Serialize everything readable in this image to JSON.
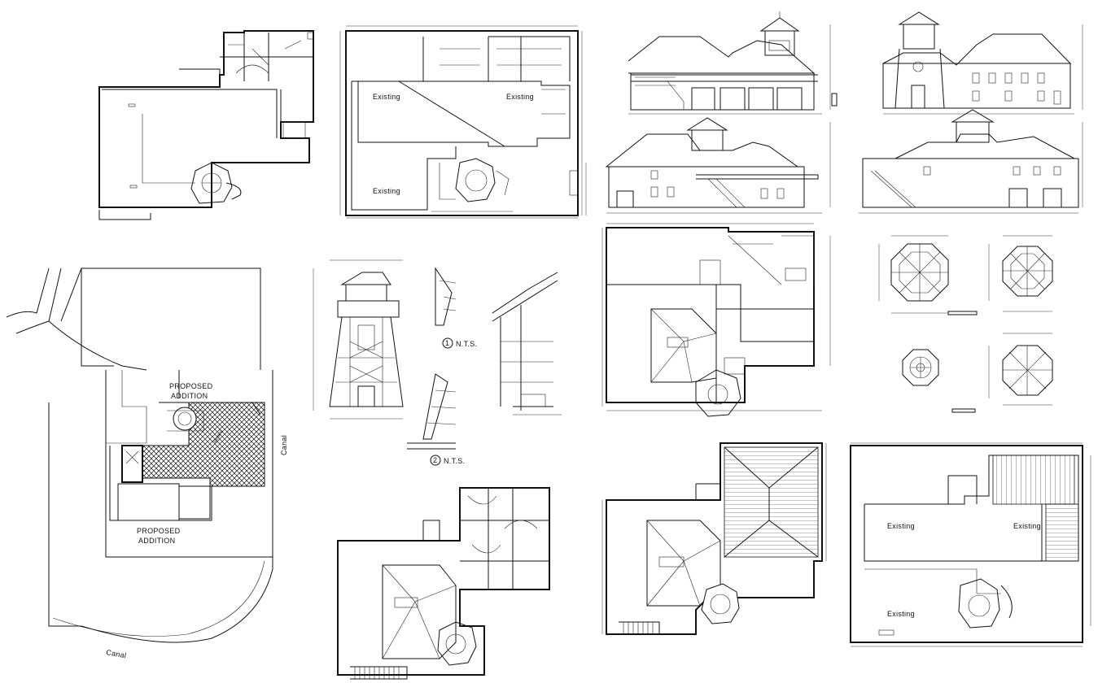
{
  "labels": {
    "existing": "Existing",
    "proposed_addition": "PROPOSED ADDITION",
    "proposed_line1": "PROPOSED",
    "proposed_line2": "ADDITION",
    "canal": "Canal",
    "nts": "N.T.S.",
    "detail1": "1",
    "detail2": "2"
  },
  "colors": {
    "ink": "#111111",
    "paper": "#ffffff"
  }
}
